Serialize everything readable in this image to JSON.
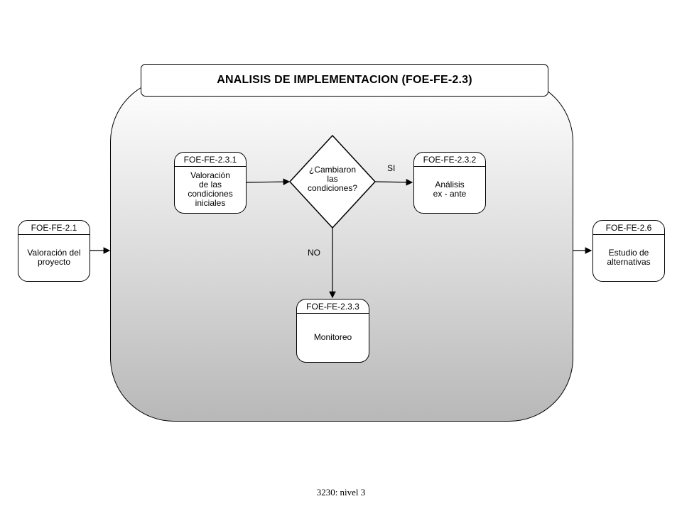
{
  "title": "ANALISIS DE IMPLEMENTACION (FOE-FE-2.3)",
  "nodes": {
    "n21": {
      "code": "FOE-FE-2.1",
      "text": "Valoración del\nproyecto"
    },
    "n231": {
      "code": "FOE-FE-2.3.1",
      "text": "Valoración\nde las\ncondiciones\niniciales"
    },
    "n232": {
      "code": "FOE-FE-2.3.2",
      "text": "Análisis\nex - ante"
    },
    "n233": {
      "code": "FOE-FE-2.3.3",
      "text": "Monitoreo"
    },
    "n26": {
      "code": "FOE-FE-2.6",
      "text": "Estudio de\nalternativas"
    }
  },
  "decision": {
    "text": "¿Cambiaron\nlas\ncondiciones?"
  },
  "edge_labels": {
    "yes": "SI",
    "no": "NO"
  },
  "caption": "3230: nivel 3"
}
